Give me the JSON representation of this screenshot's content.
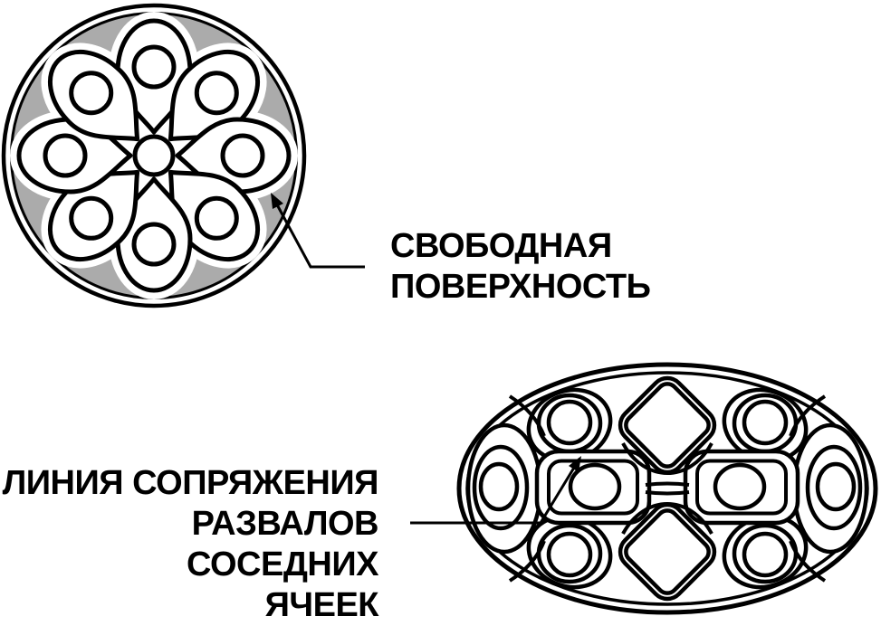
{
  "labels": {
    "free_surface": {
      "line1": "СВОБОДНАЯ",
      "line2": "ПОВЕРХНОСТЬ"
    },
    "junction": {
      "line1": "ЛИНИЯ СОПРЯЖЕНИЯ",
      "line2": "РАЗВАЛОВ СОСЕДНИХ",
      "line3": "ЯЧЕЕК"
    }
  },
  "colors": {
    "outline": "#000000",
    "shading": "#ababab",
    "background": "#ffffff"
  }
}
